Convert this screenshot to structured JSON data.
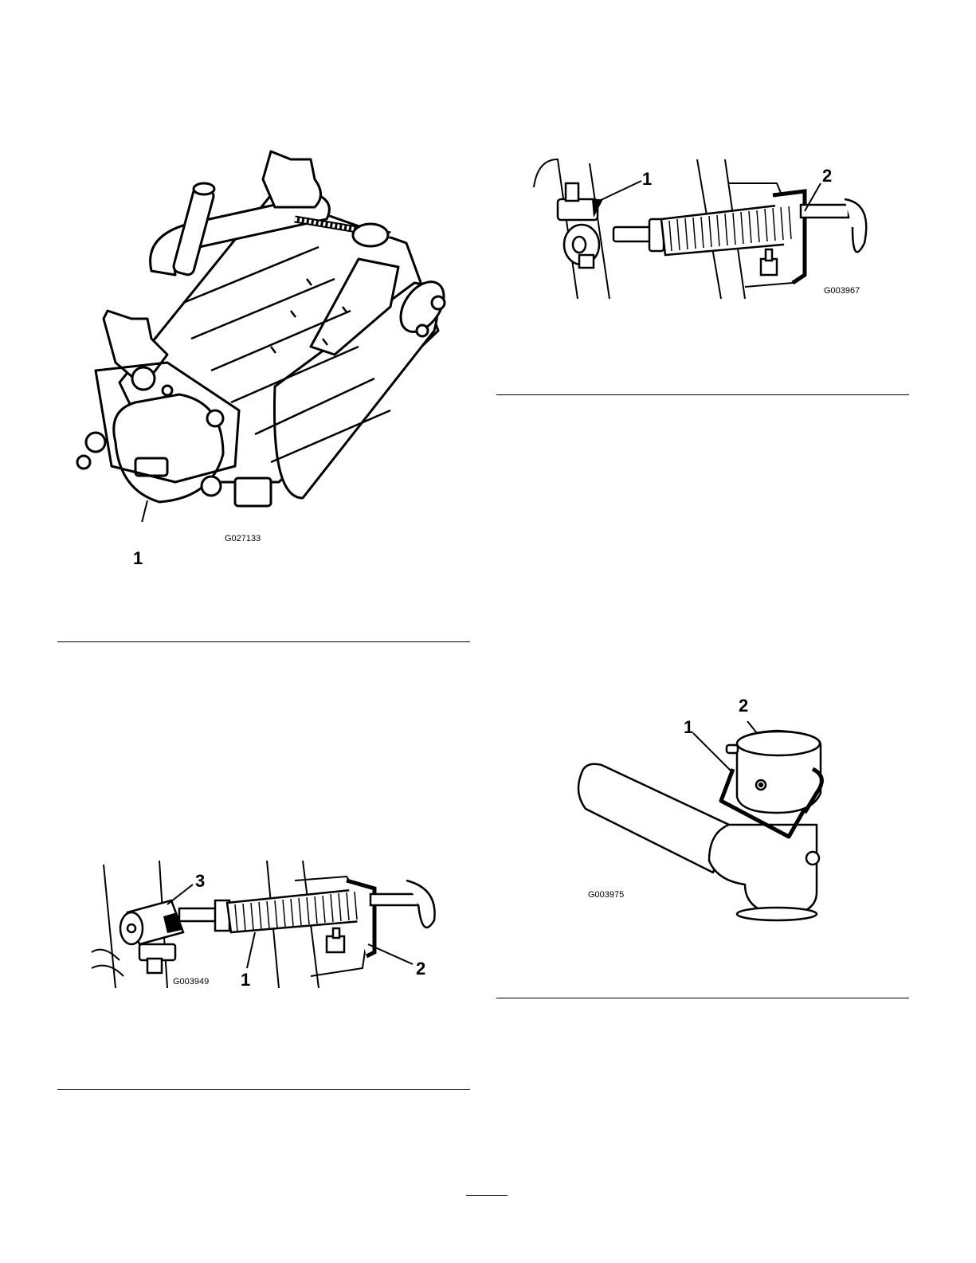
{
  "figures": [
    {
      "id": "G027133",
      "callouts": [
        "1"
      ]
    },
    {
      "id": "G003967",
      "callouts": [
        "1",
        "2"
      ]
    },
    {
      "id": "G003949",
      "callouts": [
        "3",
        "1",
        "2"
      ]
    },
    {
      "id": "G003975",
      "callouts": [
        "2",
        "1"
      ]
    }
  ]
}
